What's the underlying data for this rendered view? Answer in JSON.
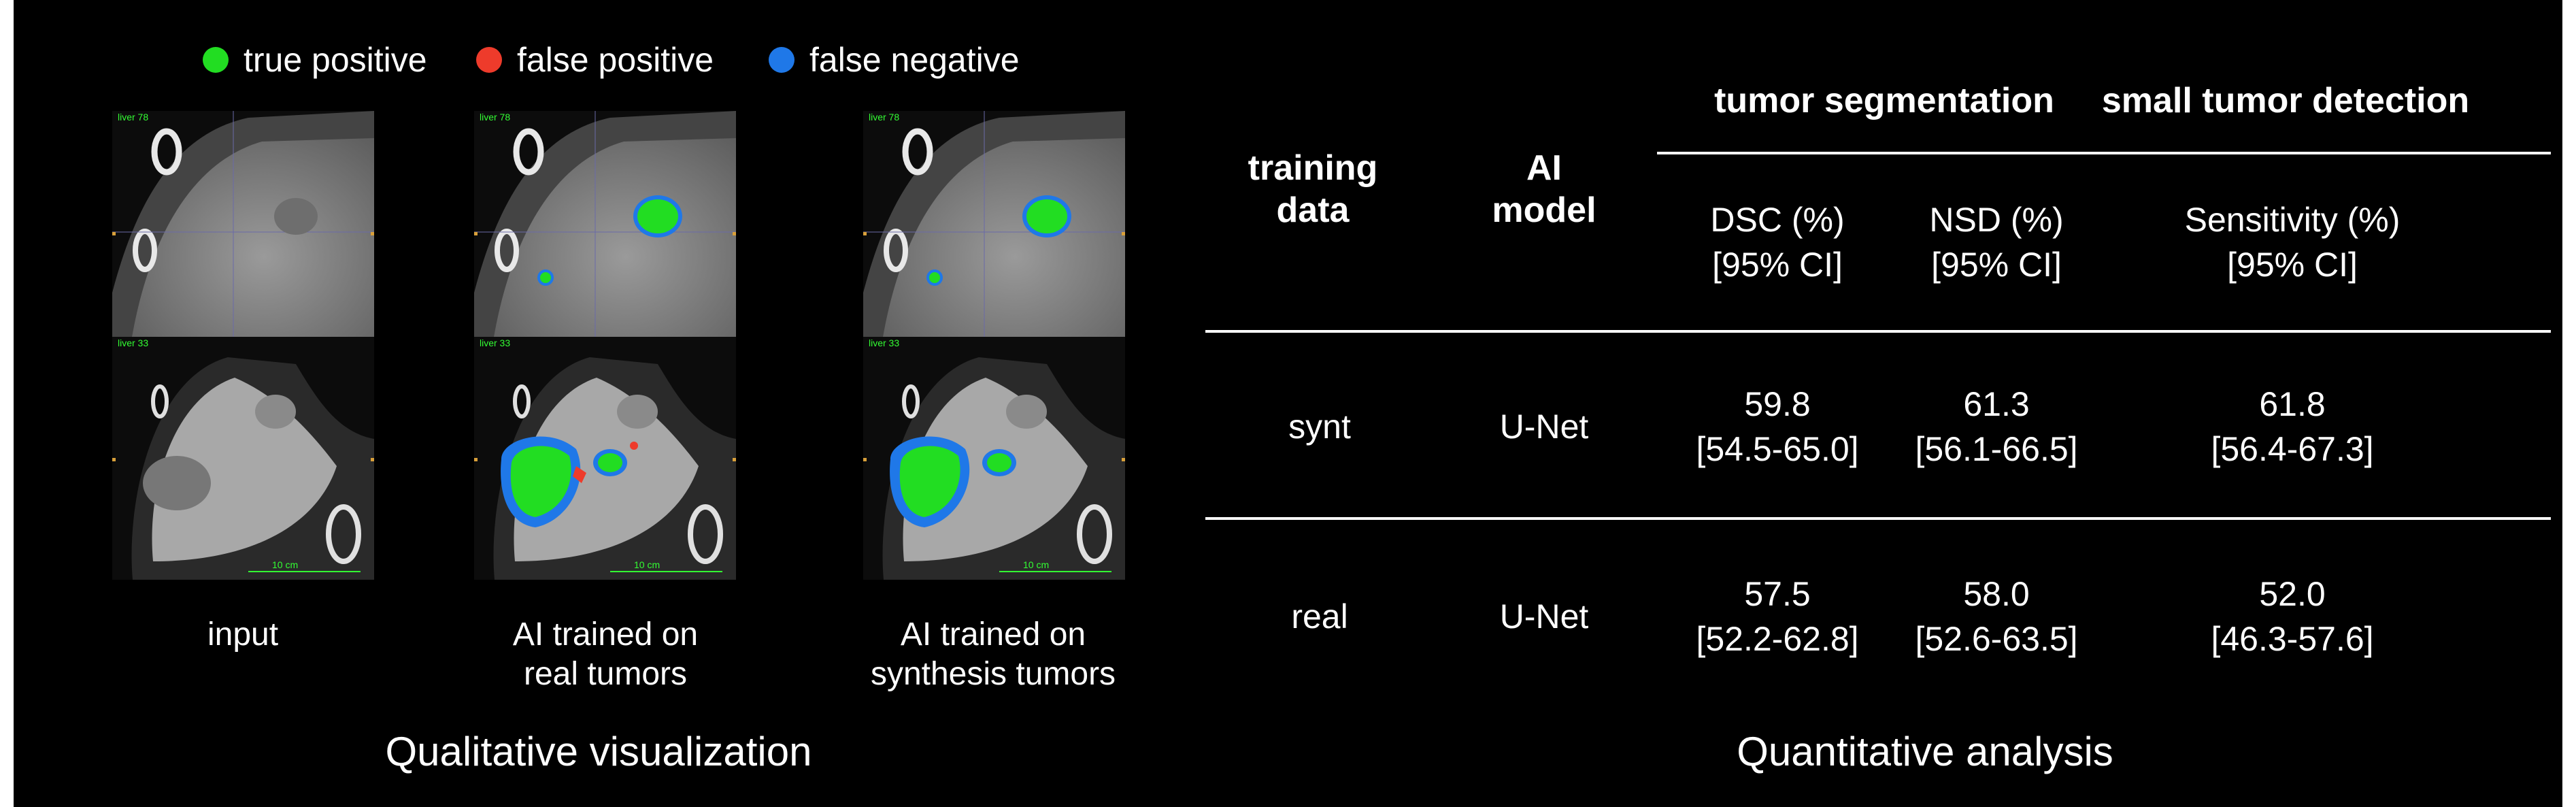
{
  "legend": [
    {
      "label": "true positive",
      "color": "#22dd22"
    },
    {
      "label": "false positive",
      "color": "#ee3b2b"
    },
    {
      "label": "false negative",
      "color": "#1f78e8"
    }
  ],
  "panels": {
    "row1_label": "liver 78",
    "row2_label": "liver 33",
    "scale_label": "10 cm"
  },
  "captions": {
    "input": "input",
    "real": [
      "AI trained on",
      "real tumors"
    ],
    "synth": [
      "AI trained on",
      "synthesis tumors"
    ]
  },
  "sections": {
    "qualitative": "Qualitative visualization",
    "quantitative": "Quantitative analysis"
  },
  "table": {
    "group_headers": {
      "seg": "tumor segmentation",
      "det": "small tumor detection"
    },
    "col_headers": {
      "training": [
        "training",
        "data"
      ],
      "model": [
        "AI",
        "model"
      ],
      "dsc": [
        "DSC (%)",
        "[95% CI]"
      ],
      "nsd": [
        "NSD (%)",
        "[95% CI]"
      ],
      "sens": [
        "Sensitivity (%)",
        "[95% CI]"
      ]
    },
    "rows": [
      {
        "training": "synt",
        "model": "U-Net",
        "dsc": [
          "59.8",
          "[54.5-65.0]"
        ],
        "nsd": [
          "61.3",
          "[56.1-66.5]"
        ],
        "sens": [
          "61.8",
          "[56.4-67.3]"
        ]
      },
      {
        "training": "real",
        "model": "U-Net",
        "dsc": [
          "57.5",
          "[52.2-62.8]"
        ],
        "nsd": [
          "58.0",
          "[52.6-63.5]"
        ],
        "sens": [
          "52.0",
          "[46.3-57.6]"
        ]
      }
    ]
  },
  "colors": {
    "background": "#000000",
    "text": "#ffffff",
    "overlay_label": "#33ff33"
  }
}
